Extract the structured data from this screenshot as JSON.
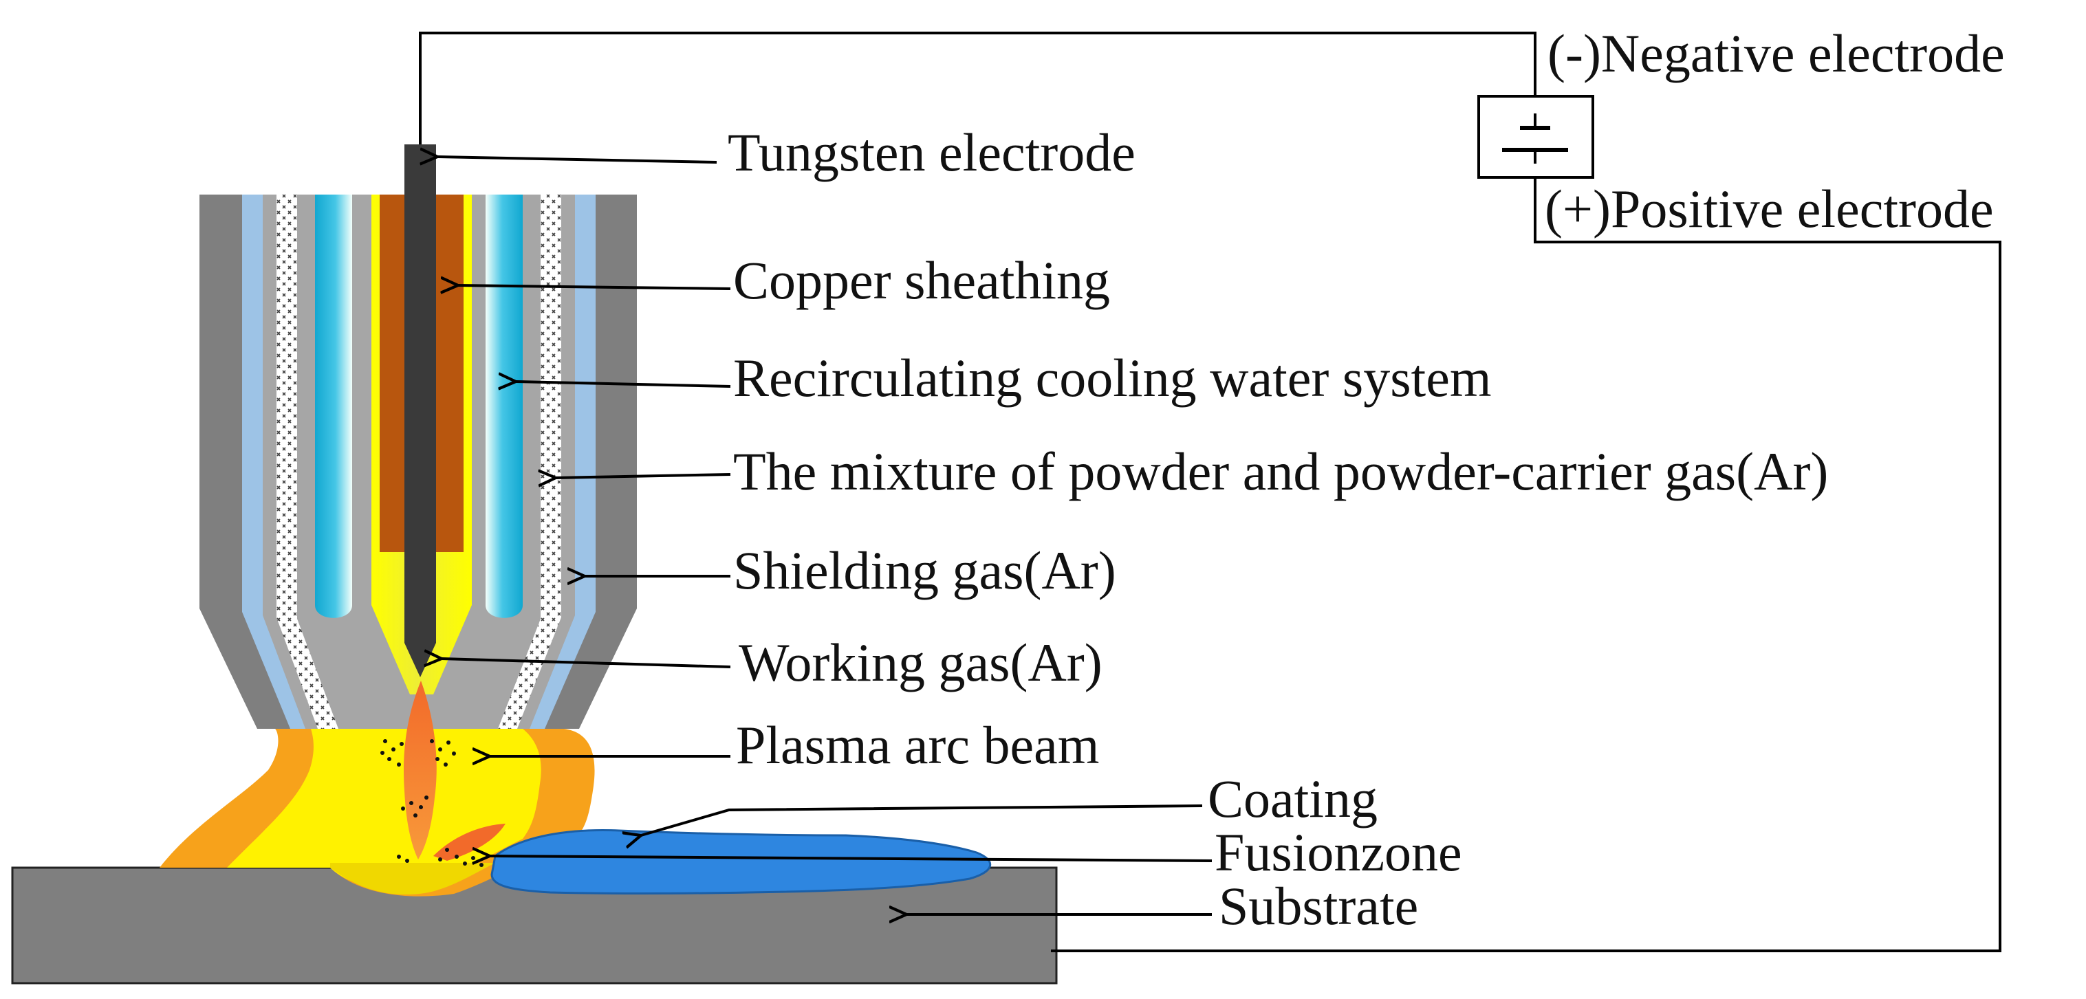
{
  "labels": {
    "tungsten_electrode": "Tungsten electrode",
    "copper_sheathing": "Copper sheathing",
    "cooling_water": "Recirculating cooling water system",
    "powder_mixture": "The mixture of powder and powder-carrier gas(Ar)",
    "shielding_gas": "Shielding gas(Ar)",
    "working_gas": "Working gas(Ar)",
    "plasma_arc": "Plasma arc beam",
    "coating": "Coating",
    "fusion_zone": "Fusionzone",
    "substrate": "Substrate",
    "negative_electrode": "(-)Negative electrode",
    "positive_electrode": "(+)Positive electrode"
  },
  "colors": {
    "nozzle_gray": "#808080",
    "inner_gray": "#A6A6A6",
    "shielding_blue": "#9DC3E6",
    "cooling_cyan": "#17B3D8",
    "copper": "#B8560E",
    "electrode": "#3A3A3A",
    "working_gas_yellow": "#FFFF00",
    "arc_orange": "#F47A2A",
    "coating_blue": "#2E86E0",
    "substrate_gray": "#7F7F7F"
  }
}
